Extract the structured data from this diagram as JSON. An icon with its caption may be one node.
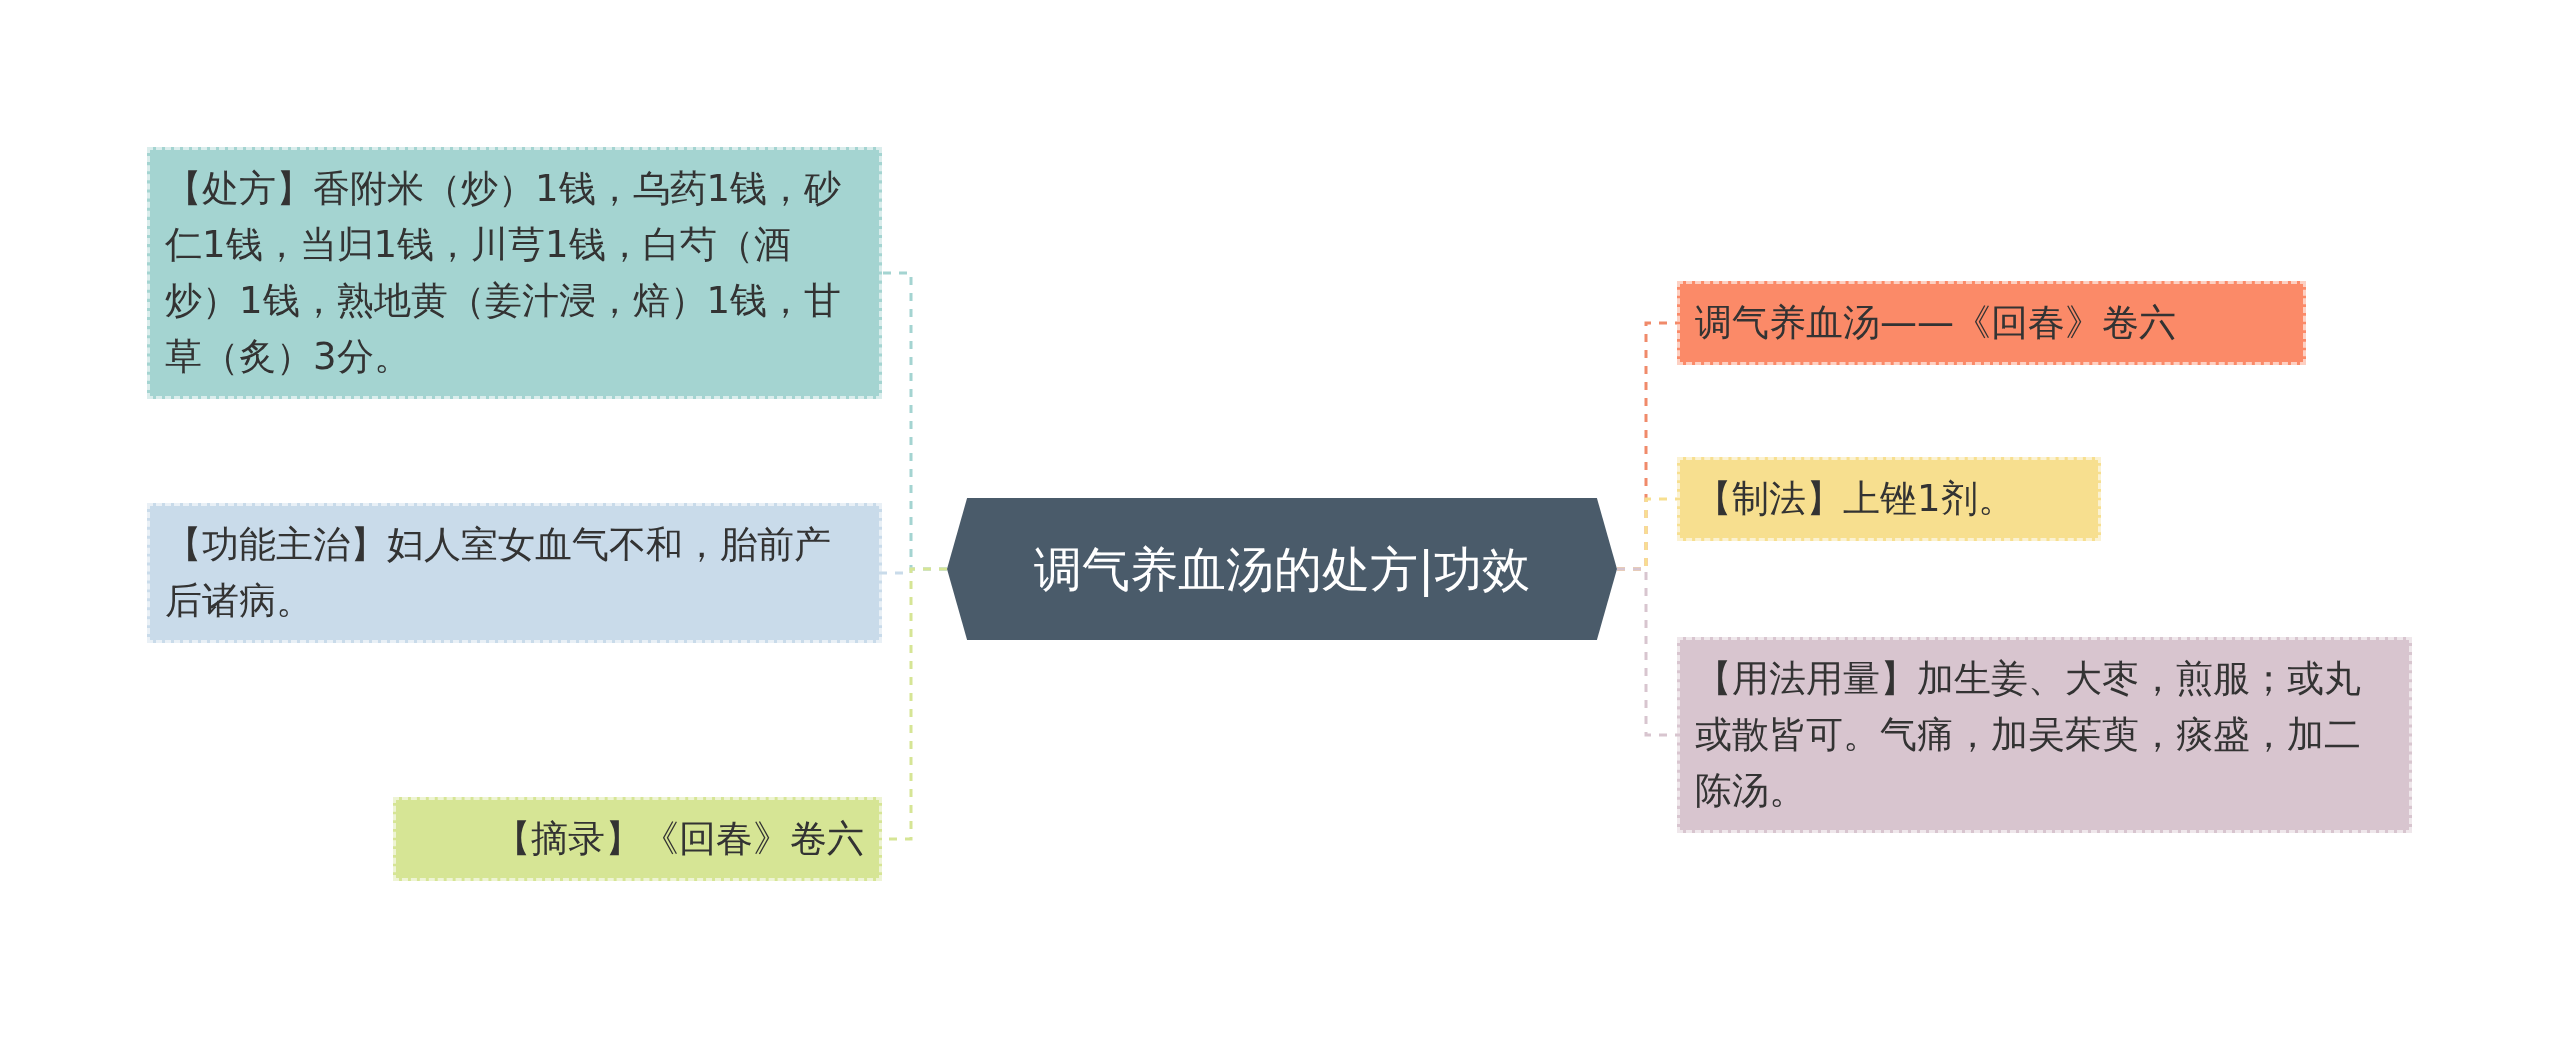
{
  "diagram": {
    "nodes": [
      {
        "text": [
          "调气养血汤的处方|功效"
        ]
      },
      {
        "text": [
          "【处方】香附米（炒）1钱，乌药1钱，砂仁1钱，当归1钱，川芎1钱，白芍（酒炒）1钱，熟地黄（姜汁浸，焙）1钱，甘草（炙）3分。"
        ]
      },
      {
        "text": [
          "【功能主治】妇人室女血气不和，胎前产后诸病。"
        ]
      },
      {
        "text": [
          "【摘录】《回春》卷六"
        ]
      },
      {
        "text": [
          "调气养血汤——《回春》卷六"
        ]
      },
      {
        "text": [
          "【制法】上锉1剂。"
        ]
      },
      {
        "text": [
          "【用法用量】加生姜、大枣，煎服；或丸或散皆可。气痛，加吴茱萸，痰盛，加二陈汤。"
        ]
      }
    ],
    "edges": [
      {
        "from": 0,
        "to": 1,
        "arrow": "none",
        "style": "dashed",
        "color": "#a4d4d1"
      },
      {
        "from": 0,
        "to": 2,
        "arrow": "none",
        "style": "dashed",
        "color": "#c9dbea"
      },
      {
        "from": 0,
        "to": 3,
        "arrow": "none",
        "style": "dashed",
        "color": "#d6e595"
      },
      {
        "from": 0,
        "to": 4,
        "arrow": "none",
        "style": "dashed",
        "color": "#f08a6a"
      },
      {
        "from": 0,
        "to": 5,
        "arrow": "none",
        "style": "dashed",
        "color": "#f7df8f"
      },
      {
        "from": 0,
        "to": 6,
        "arrow": "none",
        "style": "dashed",
        "color": "#d8c5cf"
      }
    ]
  }
}
